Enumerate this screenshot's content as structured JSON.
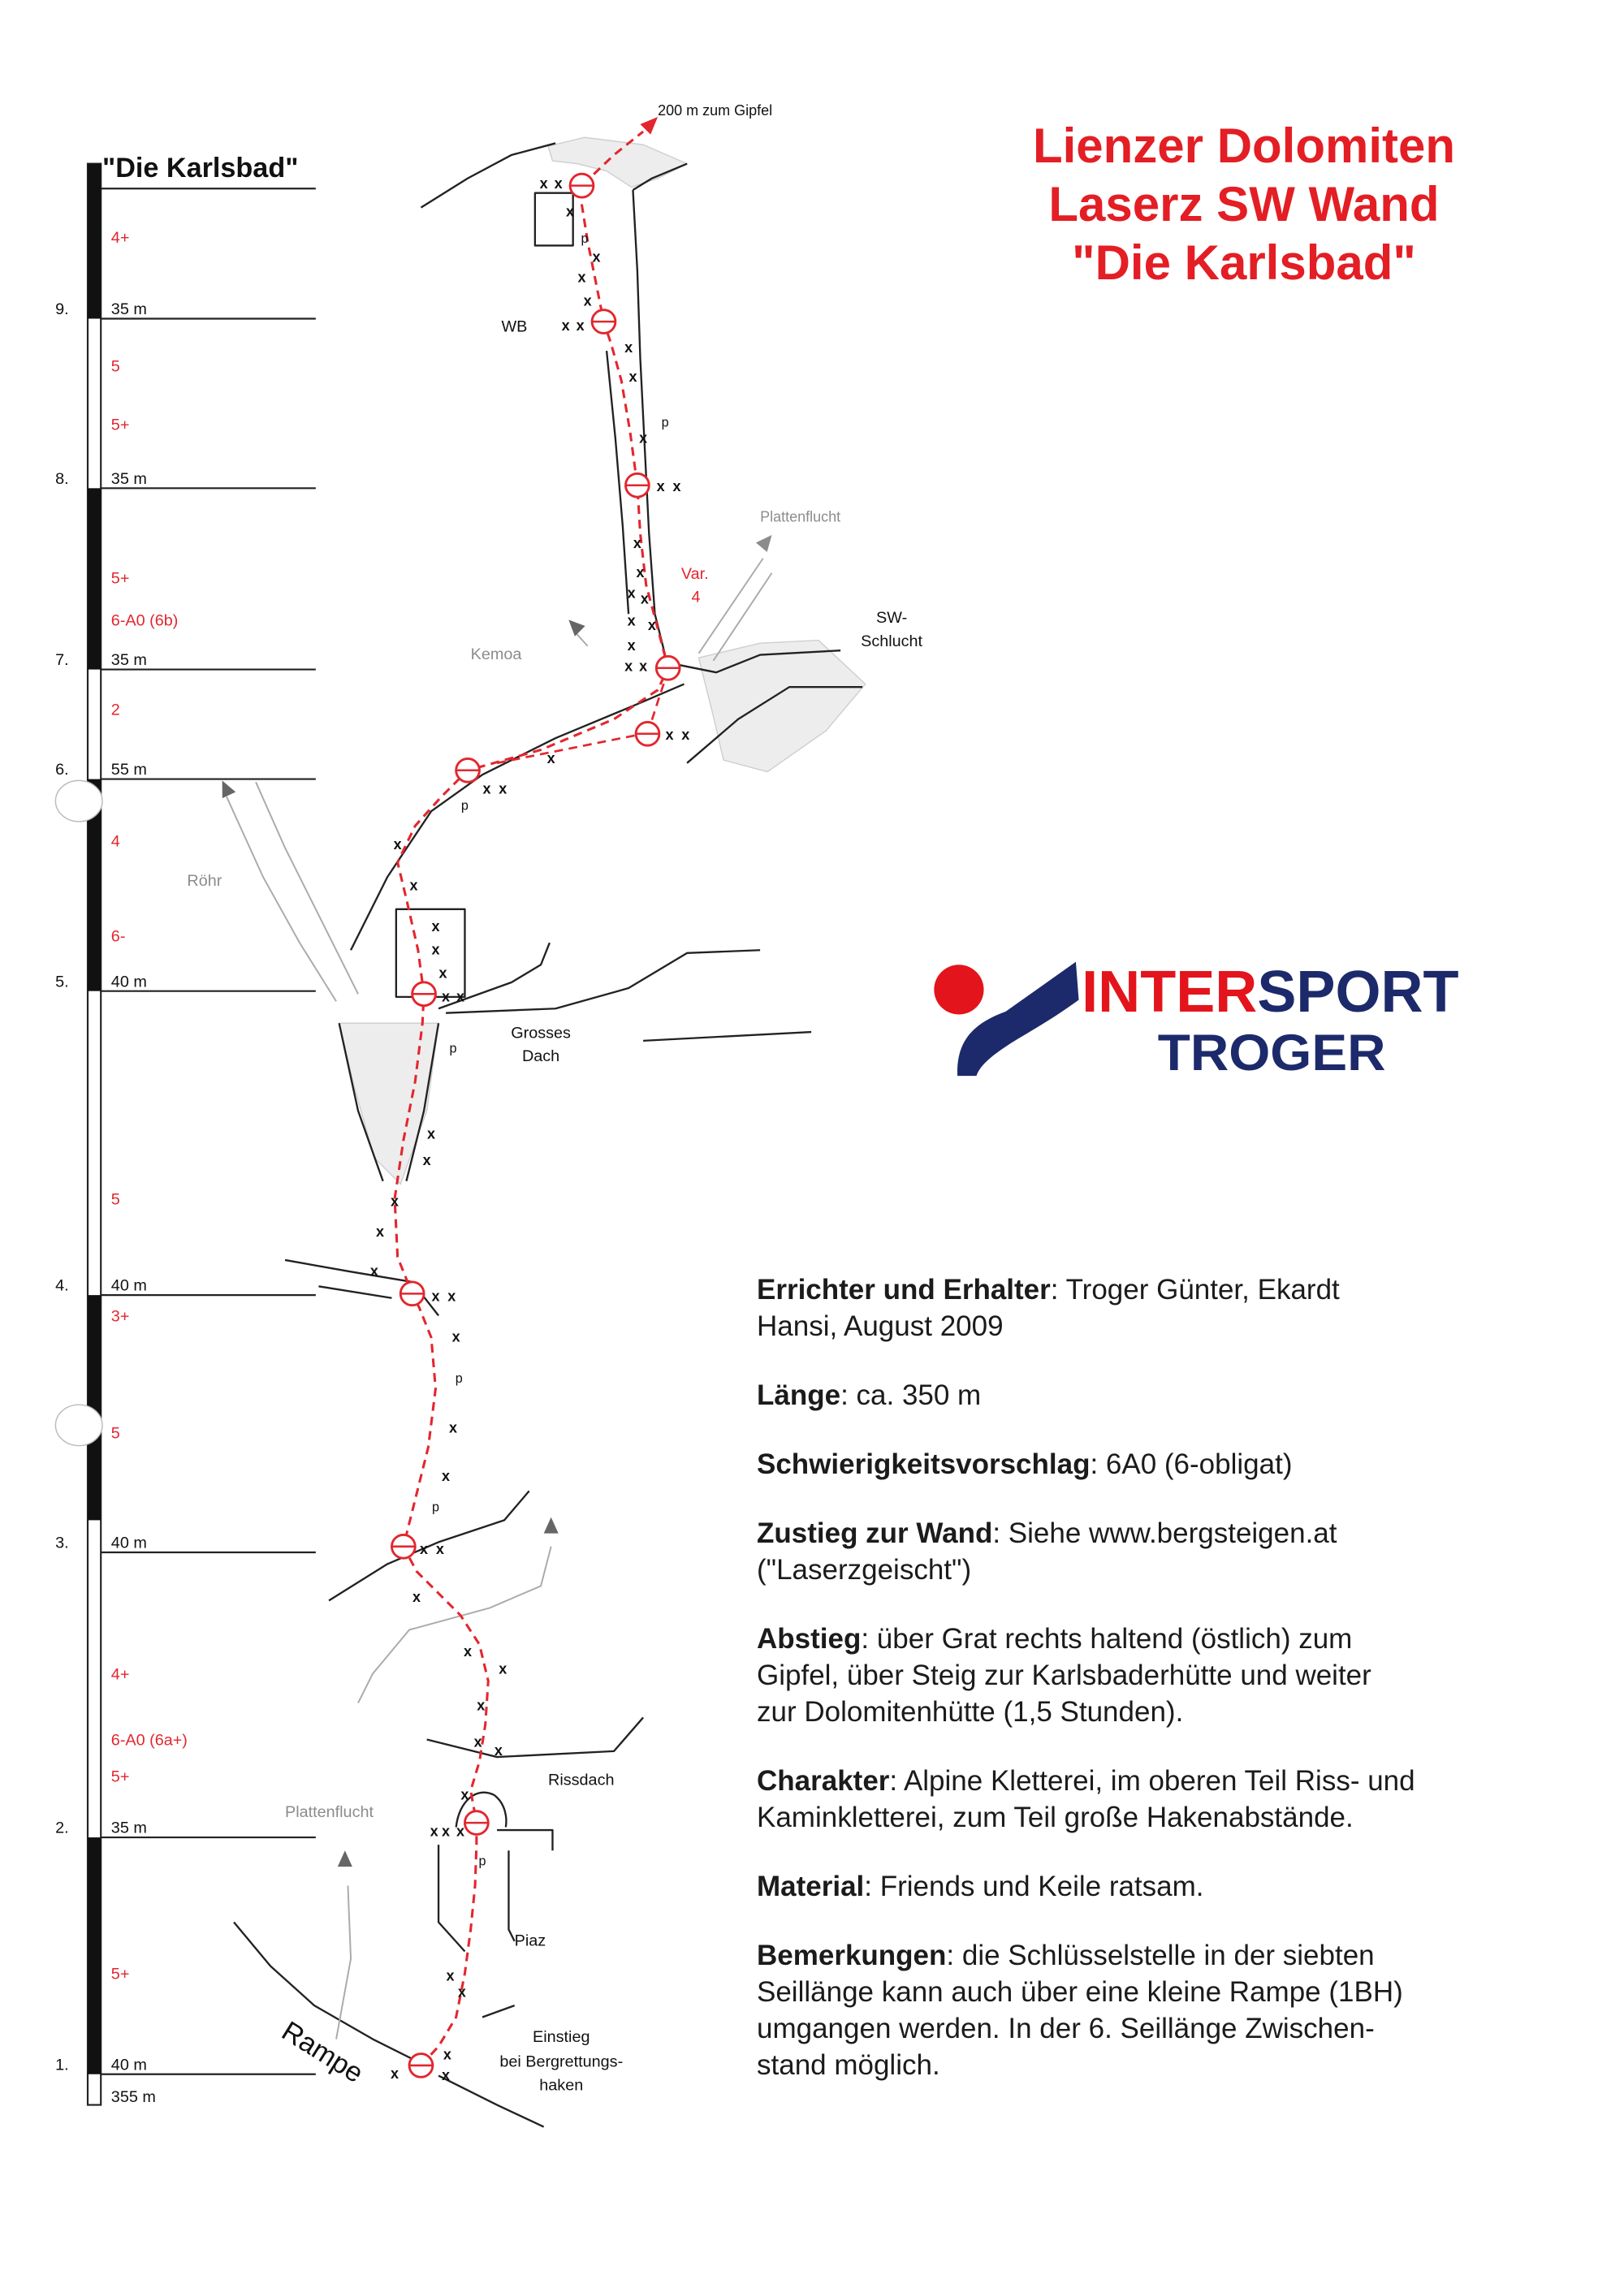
{
  "title": {
    "line1": "Lienzer Dolomiten",
    "line2": "Laserz SW Wand",
    "line3": "\"Die Karlsbad\""
  },
  "colors": {
    "title_red": "#e31e24",
    "route_red": "#e3262e",
    "logo_red": "#e3141c",
    "logo_blue": "#1c2a6b",
    "annotation_gray": "#8c8c8c",
    "arrow_gray": "#666666",
    "ink": "#1b1b1b"
  },
  "scale": {
    "route_name": "\"Die Karlsbad\"",
    "pitches": [
      {
        "number": "9.",
        "length": "35 m"
      },
      {
        "number": "8.",
        "length": "35 m"
      },
      {
        "number": "7.",
        "length": "35 m"
      },
      {
        "number": "6.",
        "length": "55 m"
      },
      {
        "number": "5.",
        "length": "40 m"
      },
      {
        "number": "4.",
        "length": "40 m"
      },
      {
        "number": "3.",
        "length": "40 m"
      },
      {
        "number": "2.",
        "length": "35 m"
      },
      {
        "number": "1.",
        "length": "40 m"
      }
    ],
    "total_length": "355 m",
    "grades": [
      "4+",
      "5",
      "5+",
      "5+",
      "6-A0 (6b)",
      "2",
      "4",
      "6-",
      "5",
      "3+",
      "5",
      "4+",
      "6-A0 (6a+)",
      "5+",
      "5+"
    ]
  },
  "topo": {
    "summit_note": "200 m zum Gipfel",
    "labels": {
      "wb": "WB",
      "plattenflucht_upper": "Plattenflucht",
      "var": "Var.",
      "var_grade": "4",
      "sw_schlucht_1": "SW-",
      "sw_schlucht_2": "Schlucht",
      "kemoa": "Kemoa",
      "roehr": "Röhr",
      "grosses_dach_1": "Grosses",
      "grosses_dach_2": "Dach",
      "rissdach": "Rissdach",
      "plattenflucht_lower": "Plattenflucht",
      "piaz": "Piaz",
      "einstieg_1": "Einstieg",
      "einstieg_2": "bei Bergrettungs-",
      "einstieg_3": "haken",
      "rampe": "Rampe"
    },
    "bolt_symbol": "x",
    "piton_symbol": "p"
  },
  "logo": {
    "part1": "INTER",
    "part2": "SPORT",
    "line2": "TROGER"
  },
  "info": [
    {
      "label": "Errichter und Erhalter",
      "lines": [
        ": Troger Günter, Ekardt",
        "Hansi, August 2009"
      ]
    },
    {
      "label": "Länge",
      "lines": [
        ": ca. 350 m"
      ]
    },
    {
      "label": "Schwierigkeitsvorschlag",
      "lines": [
        ": 6A0 (6-obligat)"
      ]
    },
    {
      "label": "Zustieg zur Wand",
      "lines": [
        ": Siehe www.bergsteigen.at",
        "(\"Laserzgeischt\")"
      ]
    },
    {
      "label": "Abstieg",
      "lines": [
        ": über Grat rechts haltend (östlich) zum",
        "Gipfel, über Steig zur Karlsbaderhütte und weiter",
        "zur Dolomitenhütte (1,5 Stunden)."
      ]
    },
    {
      "label": "Charakter",
      "lines": [
        ": Alpine Kletterei, im oberen Teil Riss- und",
        "Kaminkletterei, zum Teil große Hakenabstände."
      ]
    },
    {
      "label": "Material",
      "lines": [
        ": Friends und Keile ratsam."
      ]
    },
    {
      "label": "Bemerkungen",
      "lines": [
        ": die Schlüsselstelle in der siebten",
        "Seillänge kann auch über eine kleine Rampe (1BH)",
        "umgangen werden. In der 6. Seillänge Zwischen-",
        "stand möglich."
      ]
    }
  ]
}
